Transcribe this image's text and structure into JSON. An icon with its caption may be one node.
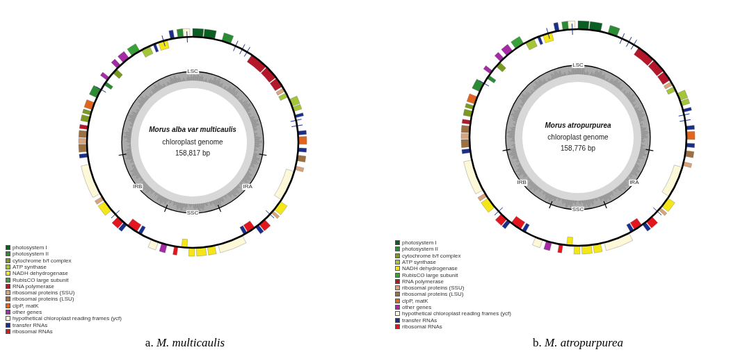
{
  "diagram": {
    "labels": [
      "LSC",
      "Morus alba var multicaulis",
      "chloroplast genome",
      "158,817 bp",
      "IRB",
      "IRA",
      "SSC",
      "LSC",
      "Morus atropurpurea",
      "chloroplast genome",
      "158,776 bp",
      "IRB",
      "IRA",
      "SSC",
      "a. *M. multicaulis*",
      "b. *M. atropurpurea*"
    ],
    "legend": [
      {
        "text": "photosystem I",
        "color": "#0b5e22"
      },
      {
        "text": "photosystem II",
        "color": "#2e8b35"
      },
      {
        "text": "cytochrome b/f complex",
        "color": "#7b9a1e"
      },
      {
        "text": "ATP synthase",
        "color": "#a4c43a"
      },
      {
        "text": "NADH dehydrogenase",
        "color": "#f5e61a"
      },
      {
        "text": "RubisCO large subunit",
        "color": "#3aa13a"
      },
      {
        "text": "RNA polymerase",
        "color": "#b5172a"
      },
      {
        "text": "ribosomal proteins (SSU)",
        "color": "#d9a47a"
      },
      {
        "text": "ribosomal proteins (LSU)",
        "color": "#9c7040"
      },
      {
        "text": "clpP, matK",
        "color": "#e0651e"
      },
      {
        "text": "other genes",
        "color": "#a52aa5"
      },
      {
        "text": "hypothetical chloroplast reading frames (ycf)",
        "color": "#fdf8d8"
      },
      {
        "text": "transfer RNAs",
        "color": "#1a2f8c"
      },
      {
        "text": "ribosomal RNAs",
        "color": "#e3161f"
      },
      {
        "text": "photosystem I",
        "color": "#0b5e22"
      },
      {
        "text": "photosystem II",
        "color": "#2e8b35"
      },
      {
        "text": "cytochrome b/f complex",
        "color": "#7b9a1e"
      },
      {
        "text": "ATP synthase",
        "color": "#a4c43a"
      },
      {
        "text": "NADH dehydrogenase",
        "color": "#f5e61a"
      },
      {
        "text": "RubisCO large subunit",
        "color": "#3aa13a"
      },
      {
        "text": "RNA polymerase",
        "color": "#b5172a"
      },
      {
        "text": "ribosomal proteins (SSU)",
        "color": "#d9a47a"
      },
      {
        "text": "ribosomal proteins (LSU)",
        "color": "#9c7040"
      },
      {
        "text": "clpP, matK",
        "color": "#e0651e"
      },
      {
        "text": "other genes",
        "color": "#a52aa5"
      },
      {
        "text": "hypothetical chloroplast reading frames (ycf)",
        "color": "#fdf8d8"
      },
      {
        "text": "transfer RNAs",
        "color": "#1a2f8c"
      },
      {
        "text": "ribosomal RNAs",
        "color": "#e3161f"
      }
    ]
  }
}
